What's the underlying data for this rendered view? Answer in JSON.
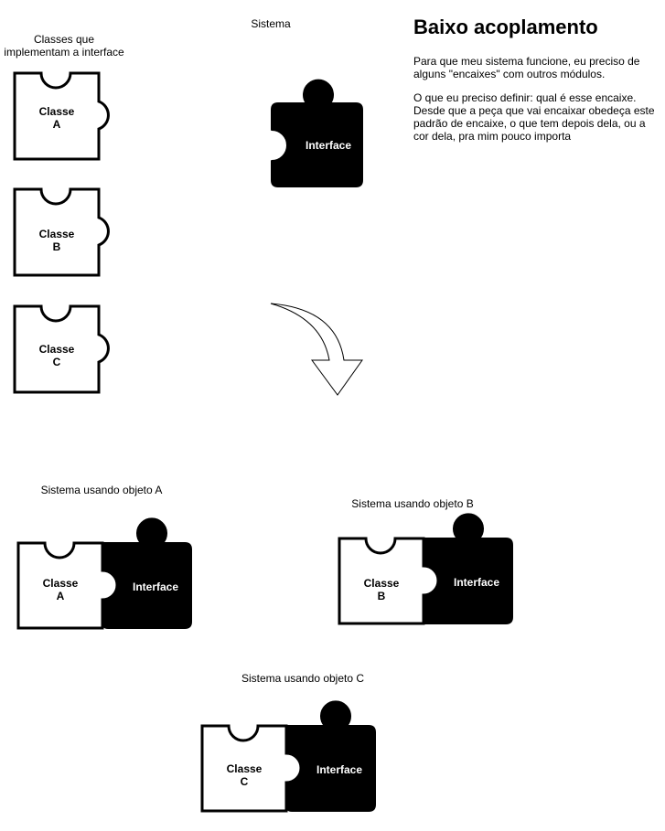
{
  "sidebar": {
    "heading_line1": "Classes que",
    "heading_line2": "implementam a interface",
    "classes": [
      {
        "line1": "Classe",
        "line2": "A"
      },
      {
        "line1": "Classe",
        "line2": "B"
      },
      {
        "line1": "Classe",
        "line2": "C"
      }
    ]
  },
  "system": {
    "label": "Sistema",
    "interface_label": "Interface"
  },
  "notes": {
    "title": "Baixo acoplamento",
    "p1_line1": "Para que meu sistema funcione, eu preciso de",
    "p1_line2": "alguns \"encaixes\" com outros módulos.",
    "p2_line1": "O que eu preciso definir: qual é esse encaixe.",
    "p2_line2": "Desde que a peça que vai encaixar obedeça este",
    "p2_line3": "padrão de encaixe, o que tem depois dela, ou a",
    "p2_line4": "cor dela, pra mim pouco importa"
  },
  "combos": [
    {
      "caption": "Sistema usando objeto A",
      "class_line1": "Classe",
      "class_line2": "A",
      "interface_label": "Interface"
    },
    {
      "caption": "Sistema usando objeto B",
      "class_line1": "Classe",
      "class_line2": "B",
      "interface_label": "Interface"
    },
    {
      "caption": "Sistema usando objeto C",
      "class_line1": "Classe",
      "class_line2": "C",
      "interface_label": "Interface"
    }
  ],
  "colors": {
    "interface_fill": "#000000",
    "class_fill": "#ffffff",
    "stroke": "#000000"
  }
}
